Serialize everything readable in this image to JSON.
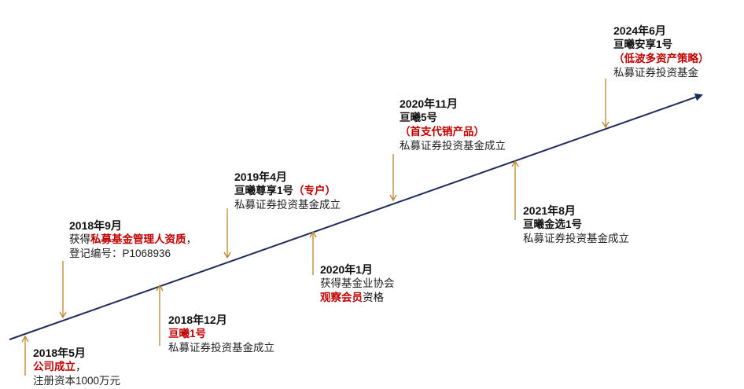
{
  "colors": {
    "axis": "#1f2d5a",
    "connector": "#b8862b",
    "highlight": "#c00000"
  },
  "events": [
    {
      "date": "2018年5月",
      "line1_red": "公司成立",
      "line1_tail": "，",
      "line2": "注册资本1000万元"
    },
    {
      "date": "2018年9月",
      "line1_prefix": "获得",
      "line1_red": "私募基金管理人资质",
      "line1_tail": "，",
      "line2": "登记编号：P1068936"
    },
    {
      "date": "2018年12月",
      "line1_red": "亘曦1号",
      "line2": "私募证券投资基金成立"
    },
    {
      "date": "2019年4月",
      "line1_bold": "亘曦尊享1号",
      "line1_red": "（专户）",
      "line2": "私募证券投资基金成立"
    },
    {
      "date": "2020年1月",
      "line1": "获得基金业协会",
      "line2_red": "观察会员",
      "line2_tail": "资格"
    },
    {
      "date": "2020年11月",
      "line1_bold": "亘曦5号",
      "line2_red": "（首支代销产品）",
      "line3": "私募证券投资基金成立"
    },
    {
      "date": "2021年8月",
      "line1_bold": "亘曦金选1号",
      "line2": "私募证券投资基金成立"
    },
    {
      "date": "2024年6月",
      "line1_bold": "亘曦安享1号",
      "line2_red": "（低波多资产策略）",
      "line3": "私募证券投资基金"
    }
  ]
}
